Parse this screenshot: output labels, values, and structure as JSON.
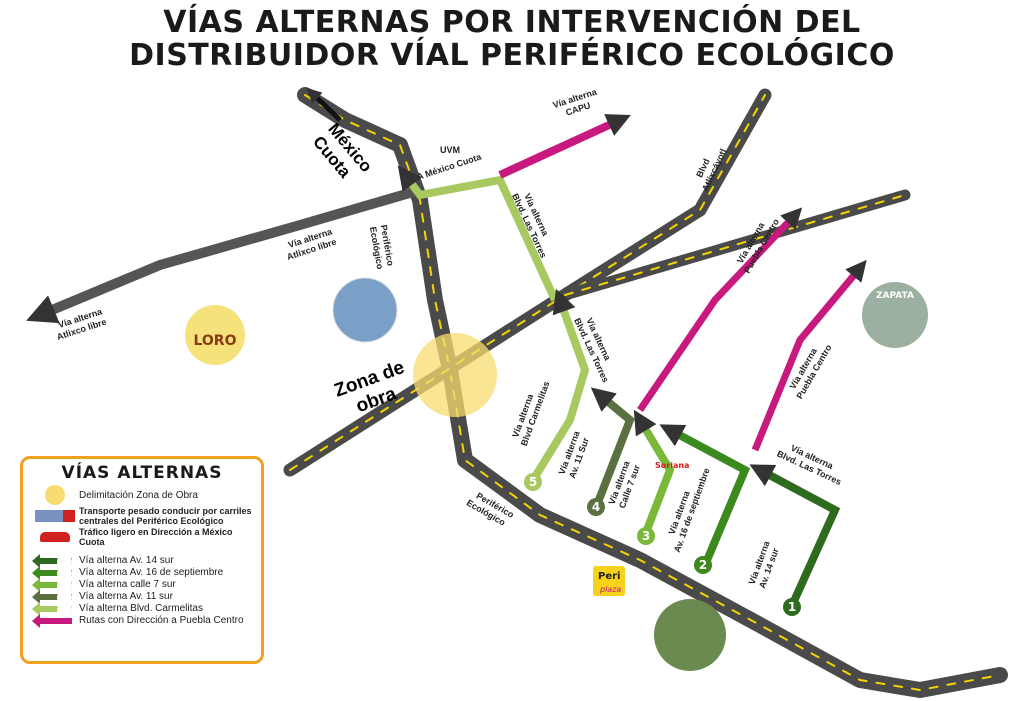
{
  "title_line1": "VÍAS ALTERNAS POR INTERVENCIÓN DEL",
  "title_line2": "DISTRIBUIDOR VÍAL PERIFÉRICO ECOLÓGICO",
  "map_labels": {
    "mexico_cuota": [
      "México",
      "Cuota"
    ],
    "uvm": "UVM",
    "a_mexico_cuota": "A México Cuota",
    "capu": [
      "Vía alterna",
      "CAPU"
    ],
    "atlixcayotl": [
      "Blvd",
      "Atlixcáyotl"
    ],
    "atlixco_libre_1": [
      "Vía alterna",
      "Atlixco libre"
    ],
    "atlixco_libre_2": [
      "Vía alterna",
      "Atlixco libre"
    ],
    "periferico_1": [
      "Periférico",
      "Ecológico"
    ],
    "periferico_2": [
      "Periférico",
      "Ecológico"
    ],
    "las_torres_1": [
      "Vía alterna",
      "Blvd. Las Torres"
    ],
    "las_torres_2": [
      "Vía alterna",
      "Blvd. Las Torres"
    ],
    "las_torres_3": [
      "Vía alterna",
      "Blvd. Las Torres"
    ],
    "puebla_centro_1": [
      "Vía alterna",
      "Puebla Centro"
    ],
    "puebla_centro_2": [
      "Vía alterna",
      "Puebla Centro"
    ],
    "zona_obra": [
      "Zona de",
      "obra"
    ],
    "carmelitas": [
      "Vía alterna",
      "Blvd Carmelitas"
    ],
    "av11": [
      "Vía alterna",
      "Av. 11 Sur"
    ],
    "calle7": [
      "Vía alterna",
      "Calle 7 sur"
    ],
    "av16": [
      "Vía alterna",
      "Av. 16 de septiembre"
    ],
    "av14": [
      "Vía alterna",
      "Av. 14 sur"
    ],
    "soriana": "Soriana",
    "periplaza": [
      "Peri",
      "plaza"
    ],
    "zoo": "LORO",
    "zapata": "ZAPATA"
  },
  "legend": {
    "title": "VÍAS ALTERNAS",
    "zona": "Delimitación Zona de Obra",
    "truck": "Transporte pesado conducir por carriles centrales del Periférico Ecológico",
    "car": "Tráfico ligero en Dirección a México Cuota",
    "routes": [
      {
        "num": "1",
        "label": "Vía alterna Av. 14 sur",
        "color": "#2e6b1f"
      },
      {
        "num": "2",
        "label": "Vía alterna Av. 16 de septiembre",
        "color": "#3c8a1e"
      },
      {
        "num": "3",
        "label": "Vía alterna calle 7 sur",
        "color": "#7ab83a"
      },
      {
        "num": "4",
        "label": "Vía alterna Av. 11 sur",
        "color": "#5a7040"
      },
      {
        "num": "5",
        "label": "Vía alterna Blvd. Carmelitas",
        "color": "#a8c860"
      },
      {
        "num": "",
        "label": "Rutas con Dirección a Puebla Centro",
        "color": "#c8197e"
      }
    ]
  },
  "colors": {
    "road": "#4a4a4a",
    "lane": "#f2d400",
    "zona": "#f7dc6f",
    "magenta": "#c8197e",
    "legend_border": "#f0a020"
  }
}
